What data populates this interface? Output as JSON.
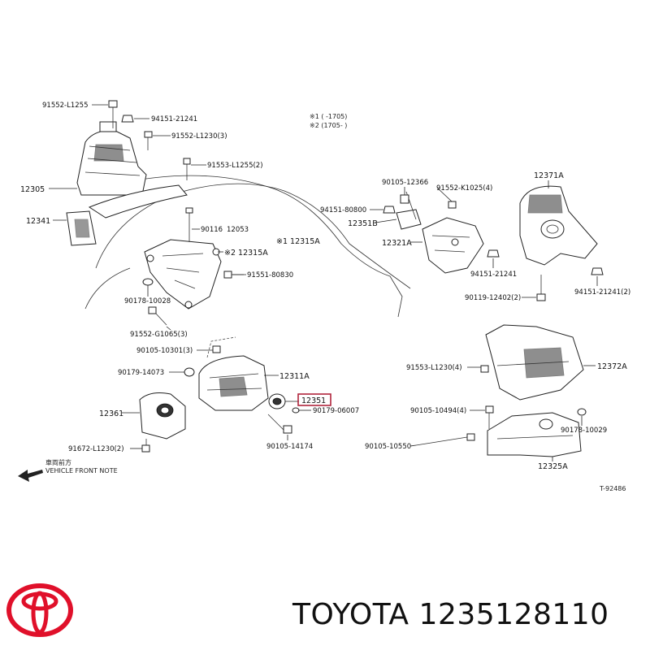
{
  "labels": [
    {
      "id": "91552-L1255",
      "text": "91552-L1255"
    },
    {
      "id": "94151-21241-top",
      "text": "94151-21241"
    },
    {
      "id": "91552-L1230",
      "text": "91552-L1230(3)"
    },
    {
      "id": "91553-L1255",
      "text": "91553-L1255(2)"
    },
    {
      "id": "12305",
      "text": "12305"
    },
    {
      "id": "12341",
      "text": "12341"
    },
    {
      "id": "90116",
      "text": "90116"
    },
    {
      "id": "12053",
      "text": "12053"
    },
    {
      "id": "12315A-2",
      "text": "※2 12315A"
    },
    {
      "id": "12315A-1",
      "text": "※1 12315A"
    },
    {
      "id": "91551-80830",
      "text": "91551-80830"
    },
    {
      "id": "90178-10028",
      "text": "90178-10028"
    },
    {
      "id": "91552-G1065",
      "text": "91552-G1065(3)"
    },
    {
      "id": "90105-10301",
      "text": "90105-10301(3)"
    },
    {
      "id": "90179-14073",
      "text": "90179-14073"
    },
    {
      "id": "12311A",
      "text": "12311A"
    },
    {
      "id": "12351",
      "text": "12351"
    },
    {
      "id": "90179-06007",
      "text": "90179-06007"
    },
    {
      "id": "12361",
      "text": "12361"
    },
    {
      "id": "90105-14174",
      "text": "90105-14174"
    },
    {
      "id": "91672-L1230",
      "text": "91672-L1230(2)"
    },
    {
      "id": "90105-12366",
      "text": "90105-12366"
    },
    {
      "id": "91552-K1025",
      "text": "91552-K1025(4)"
    },
    {
      "id": "94151-80800",
      "text": "94151-80800"
    },
    {
      "id": "12351B",
      "text": "12351B"
    },
    {
      "id": "12321A",
      "text": "12321A"
    },
    {
      "id": "12371A",
      "text": "12371A"
    },
    {
      "id": "94151-21241-mid",
      "text": "94151-21241"
    },
    {
      "id": "90119-12402",
      "text": "90119-12402(2)"
    },
    {
      "id": "94151-21241-right",
      "text": "94151-21241(2)"
    },
    {
      "id": "91553-L1230",
      "text": "91553-L1230(4)"
    },
    {
      "id": "12372A",
      "text": "12372A"
    },
    {
      "id": "90105-10494",
      "text": "90105-10494(4)"
    },
    {
      "id": "90178-10029",
      "text": "90178-10029"
    },
    {
      "id": "90105-10550",
      "text": "90105-10550"
    },
    {
      "id": "12325A",
      "text": "12325A"
    }
  ],
  "notes": {
    "note1": "※1 (    -1705)",
    "note2": "※2 (1705-    )",
    "front_jp": "車両前方",
    "front_en": "VEHICLE FRONT NOTE",
    "drawing_id": "T-92486"
  },
  "highlight": {
    "label": "12351",
    "color": "#b0243c"
  },
  "footer": {
    "brand": "TOYOTA",
    "part_number": "1235128110"
  },
  "colors": {
    "logo": "#e0102a",
    "ink": "#111111"
  },
  "icons": {
    "logo": "toyota-logo-icon",
    "arrow": "front-arrow-icon"
  }
}
